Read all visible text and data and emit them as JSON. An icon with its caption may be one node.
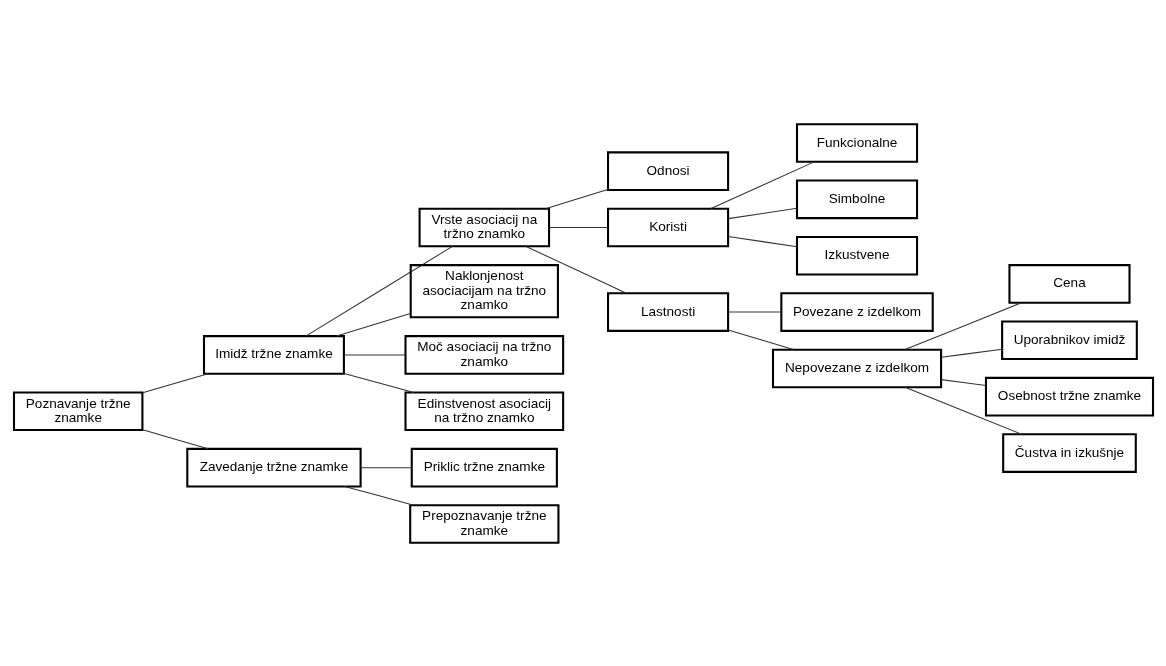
{
  "diagram": {
    "nodes": [
      {
        "text": [
          "Poznavanje tržne znamke"
        ]
      },
      {
        "text": [
          "Imidž tržne znamke"
        ]
      },
      {
        "text": [
          "Zavedanje tržne znamke"
        ]
      },
      {
        "text": [
          "Vrste asociacij na tržno znamko"
        ]
      },
      {
        "text": [
          "Naklonjenost asociacijam na tržno znamko"
        ]
      },
      {
        "text": [
          "Moč asociacij na tržno znamko"
        ]
      },
      {
        "text": [
          "Edinstvenost asociacij na tržno znamko"
        ]
      },
      {
        "text": [
          "Priklic tržne znamke"
        ]
      },
      {
        "text": [
          "Prepoznavanje tržne znamke"
        ]
      },
      {
        "text": [
          "Odnosi"
        ]
      },
      {
        "text": [
          "Koristi"
        ]
      },
      {
        "text": [
          "Lastnosti"
        ]
      },
      {
        "text": [
          "Funkcionalne"
        ]
      },
      {
        "text": [
          "Simbolne"
        ]
      },
      {
        "text": [
          "Izkustvene"
        ]
      },
      {
        "text": [
          "Povezane z izdelkom"
        ]
      },
      {
        "text": [
          "Nepovezane z izdelkom"
        ]
      },
      {
        "text": [
          "Cena"
        ]
      },
      {
        "text": [
          "Uporabnikov imidž"
        ]
      },
      {
        "text": [
          "Osebnost tržne znamke"
        ]
      },
      {
        "text": [
          "Čustva in izkušnje"
        ]
      }
    ],
    "edges": [
      {
        "from": 0,
        "to": 1,
        "arrow": "none"
      },
      {
        "from": 0,
        "to": 2,
        "arrow": "none"
      },
      {
        "from": 1,
        "to": 3,
        "arrow": "none"
      },
      {
        "from": 1,
        "to": 4,
        "arrow": "none"
      },
      {
        "from": 1,
        "to": 5,
        "arrow": "none"
      },
      {
        "from": 1,
        "to": 6,
        "arrow": "none"
      },
      {
        "from": 2,
        "to": 7,
        "arrow": "none"
      },
      {
        "from": 2,
        "to": 8,
        "arrow": "none"
      },
      {
        "from": 3,
        "to": 9,
        "arrow": "none"
      },
      {
        "from": 3,
        "to": 10,
        "arrow": "none"
      },
      {
        "from": 3,
        "to": 11,
        "arrow": "none"
      },
      {
        "from": 10,
        "to": 12,
        "arrow": "none"
      },
      {
        "from": 10,
        "to": 13,
        "arrow": "none"
      },
      {
        "from": 10,
        "to": 14,
        "arrow": "none"
      },
      {
        "from": 11,
        "to": 15,
        "arrow": "none"
      },
      {
        "from": 11,
        "to": 16,
        "arrow": "none"
      },
      {
        "from": 16,
        "to": 17,
        "arrow": "none"
      },
      {
        "from": 16,
        "to": 18,
        "arrow": "none"
      },
      {
        "from": 16,
        "to": 19,
        "arrow": "none"
      },
      {
        "from": 16,
        "to": 20,
        "arrow": "none"
      }
    ]
  }
}
